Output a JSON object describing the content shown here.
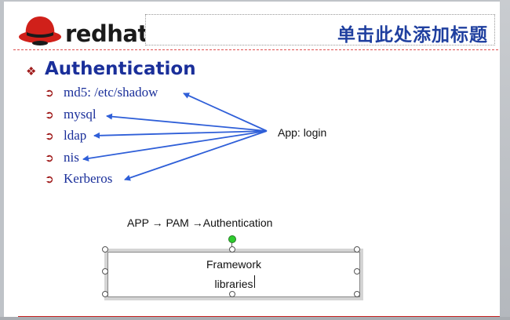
{
  "header": {
    "logo_text": "redhat.",
    "title_placeholder": "单击此处添加标题"
  },
  "section": {
    "heading": "Authentication",
    "heading_bullet_icon": "diamond-bullet-icon",
    "item_bullet_icon": "arrow-bullet-icon",
    "items": [
      {
        "label": "md5: /etc/shadow"
      },
      {
        "label": "mysql"
      },
      {
        "label": "ldap"
      },
      {
        "label": "nis"
      },
      {
        "label": "Kerberos"
      }
    ]
  },
  "diagram": {
    "target_label": "App: login",
    "flow_text": "APP →  PAM →Authentication",
    "textbox_line1": "Framework",
    "textbox_line2": "libraries"
  },
  "colors": {
    "heading": "#1a2f9a",
    "bullet": "#a01c1c",
    "connector": "#2f5fd8",
    "rule": "#c62020",
    "logo_red": "#d0201a"
  }
}
